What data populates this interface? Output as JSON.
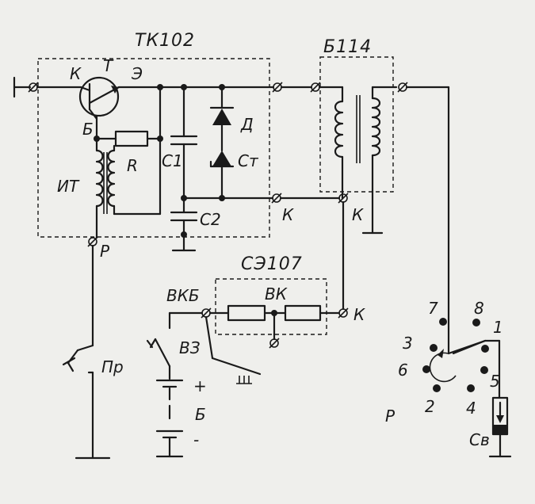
{
  "blocks": {
    "tk": "ТК102",
    "b": "Б114",
    "se": "СЭ107"
  },
  "labels": {
    "k_transistor": "К",
    "t_transistor": "Т",
    "e_transistor": "Э",
    "b_transistor": "Б",
    "it": "ИТ",
    "r": "R",
    "c1": "С1",
    "c2": "С2",
    "d": "Д",
    "st": "Ст",
    "k1": "К",
    "k2": "К",
    "k3": "К",
    "p_term": "Р",
    "vk_inner": "ВК",
    "vkb": "ВКБ",
    "vz": "ВЗ",
    "plus": "+",
    "bat": "Б",
    "pr": "Пр",
    "p_dist": "Р",
    "sv": "Св"
  },
  "distributor_numbers": [
    "7",
    "8",
    "1",
    "3",
    "6",
    "5",
    "2",
    "4"
  ]
}
